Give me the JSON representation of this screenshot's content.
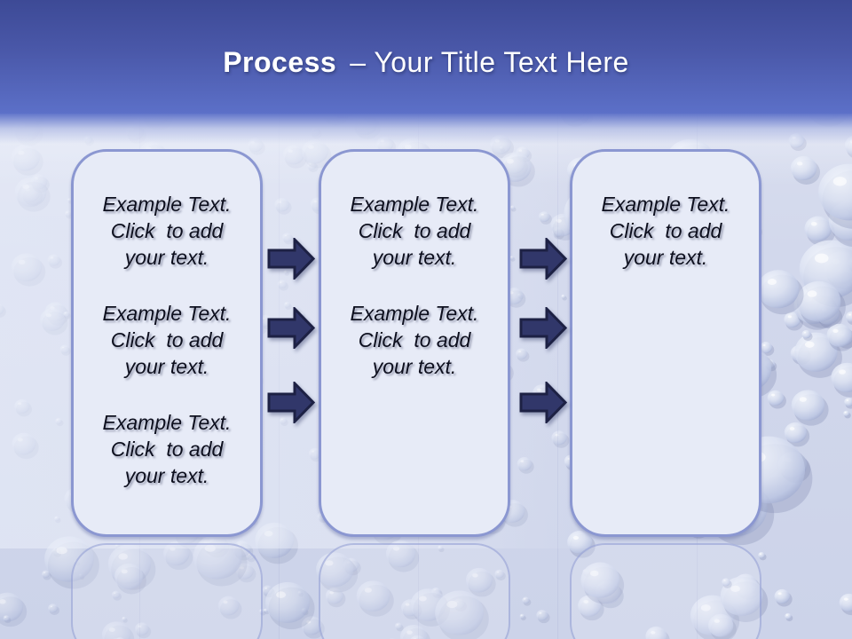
{
  "title": {
    "bold_text": "Process",
    "regular_text": "– Your Title Text Here"
  },
  "boxes": [
    {
      "id": "step-1",
      "blocks": [
        {
          "lines": [
            "Example Text.",
            "Click  to add",
            "your text."
          ]
        },
        {
          "lines": [
            "Example Text.",
            "Click  to add",
            "your text."
          ]
        },
        {
          "lines": [
            "Example Text.",
            "Click  to add",
            "your text."
          ]
        }
      ]
    },
    {
      "id": "step-2",
      "blocks": [
        {
          "lines": [
            "Example Text.",
            "Click  to add",
            "your text."
          ]
        },
        {
          "lines": [
            "Example Text.",
            "Click  to add",
            "your text."
          ]
        }
      ]
    },
    {
      "id": "step-3",
      "blocks": [
        {
          "lines": [
            "Example Text.",
            "Click  to add",
            "your text."
          ]
        }
      ]
    }
  ],
  "arrows": {
    "icon": "right-block-arrow-icon",
    "between_box1_and_box2": 3,
    "between_box2_and_box3": 3
  },
  "colors": {
    "header_top": "#3d4a96",
    "header_bottom": "#5c70c8",
    "title_text": "#ffffff",
    "box_fill": "#e7ebf7",
    "box_border": "#8b97d1",
    "arrow_fill": "#31376a",
    "arrow_outline": "#1d2144",
    "body_text": "#0d0f1e",
    "background_base": "#ccd3e9"
  }
}
